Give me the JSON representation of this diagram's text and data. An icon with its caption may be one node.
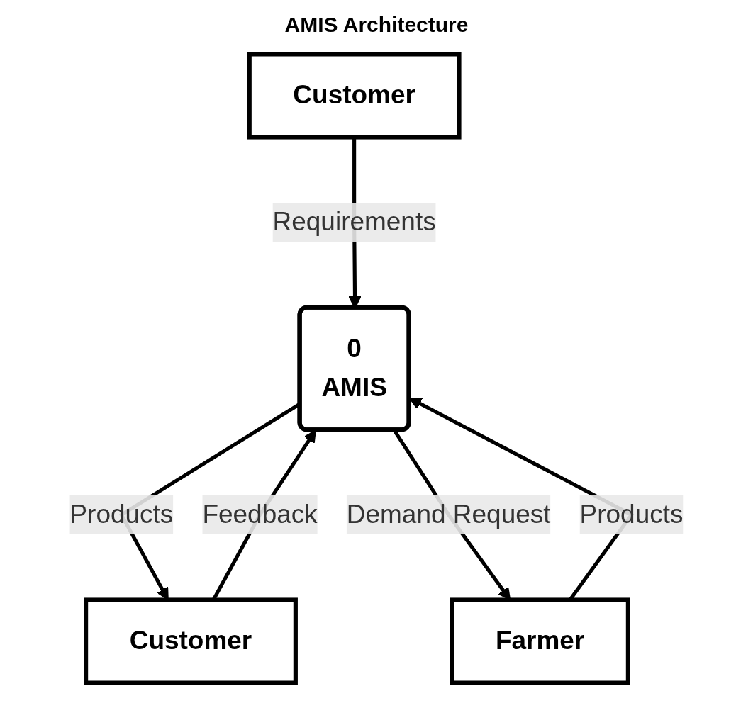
{
  "diagram": {
    "title": "AMIS Architecture",
    "nodes": [
      {
        "text": [
          "Customer"
        ]
      },
      {
        "text": [
          "Customer"
        ]
      },
      {
        "text": [
          "0",
          "AMIS"
        ]
      },
      {
        "text": [
          "Farmer"
        ]
      }
    ],
    "edges": [
      {
        "from": 0,
        "to": 2,
        "arrow": "to",
        "label": "Requirements"
      },
      {
        "from": 1,
        "to": 2,
        "arrow": "to",
        "label": "Feedback"
      },
      {
        "from": 2,
        "to": 1,
        "arrow": "to",
        "label": "Products"
      },
      {
        "from": 2,
        "to": 3,
        "arrow": "to",
        "label": "Demand Request"
      },
      {
        "from": 3,
        "to": 2,
        "arrow": "to",
        "label": "Products"
      }
    ]
  }
}
